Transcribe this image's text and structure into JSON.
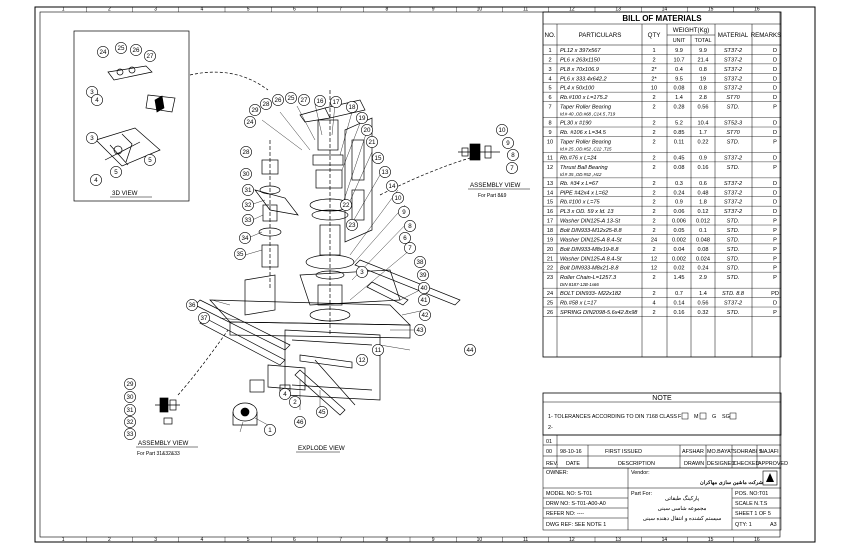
{
  "sheet": {
    "col_numbers": [
      "1",
      "2",
      "3",
      "4",
      "5",
      "6",
      "7",
      "8",
      "9",
      "10",
      "11",
      "12",
      "13",
      "14",
      "15",
      "16"
    ]
  },
  "bom": {
    "title": "BILL OF MATERIALS",
    "headers": {
      "no": "NO.",
      "particulars": "PARTICULARS",
      "qty": "QTY",
      "weight": "WEIGHT(Kg)",
      "unit": "UNIT",
      "total": "TOTAL",
      "material": "MATERIAL",
      "remarks": "REMARKS"
    },
    "rows": [
      {
        "no": "1",
        "part": "PL12 x 397x567",
        "sub": "",
        "qty": "1",
        "unit": "9.9",
        "total": "9.9",
        "mat": "ST37-2",
        "rem": "D"
      },
      {
        "no": "2",
        "part": "PL6 x 263x1150",
        "sub": "",
        "qty": "2",
        "unit": "10.7",
        "total": "21.4",
        "mat": "ST37-2",
        "rem": "D"
      },
      {
        "no": "3",
        "part": "PL8 x 70x106.9",
        "sub": "",
        "qty": "2*",
        "unit": "0.4",
        "total": "0.8",
        "mat": "ST37-2",
        "rem": "D"
      },
      {
        "no": "4",
        "part": "PL6 x 333.4x642.2",
        "sub": "",
        "qty": "2*",
        "unit": "9.5",
        "total": "19",
        "mat": "ST37-2",
        "rem": "D"
      },
      {
        "no": "5",
        "part": "PL4 x 50x100",
        "sub": "",
        "qty": "10",
        "unit": "0.08",
        "total": "0.8",
        "mat": "ST37-2",
        "rem": "D"
      },
      {
        "no": "6",
        "part": "Rb.#100 x L=175.2",
        "sub": "",
        "qty": "2",
        "unit": "1.4",
        "total": "2.8",
        "mat": "ST70",
        "rem": "D"
      },
      {
        "no": "7",
        "part": "Taper Roller Bearing",
        "sub": "Id.# 40 ,OD.#68 ,C14.5 ,T19",
        "qty": "2",
        "unit": "0.28",
        "total": "0.56",
        "mat": "STD.",
        "rem": "P"
      },
      {
        "no": "8",
        "part": "PL30 x #190",
        "sub": "",
        "qty": "2",
        "unit": "5.2",
        "total": "10.4",
        "mat": "ST52-3",
        "rem": "D"
      },
      {
        "no": "9",
        "part": "Rb. #106 x L=34.5",
        "sub": "",
        "qty": "2",
        "unit": "0.85",
        "total": "1.7",
        "mat": "ST70",
        "rem": "D"
      },
      {
        "no": "10",
        "part": "Taper Roller Bearing",
        "sub": "Id.# 25 ,OD.#52 ,C12 ,T15",
        "qty": "2",
        "unit": "0.11",
        "total": "0.22",
        "mat": "STD.",
        "rem": "P"
      },
      {
        "no": "11",
        "part": "Rb.#76 x L=24",
        "sub": "",
        "qty": "2",
        "unit": "0.45",
        "total": "0.9",
        "mat": "ST37-2",
        "rem": "D"
      },
      {
        "no": "12",
        "part": "Thrust Ball Bearing",
        "sub": "Id.# 35 ,OD.#52 ,H12",
        "qty": "2",
        "unit": "0.08",
        "total": "0.16",
        "mat": "STD.",
        "rem": "P"
      },
      {
        "no": "13",
        "part": "Rb. #34 x L=67",
        "sub": "",
        "qty": "2",
        "unit": "0.3",
        "total": "0.6",
        "mat": "ST37-2",
        "rem": "D"
      },
      {
        "no": "14",
        "part": "PIPE #42x4 x L=62",
        "sub": "",
        "qty": "2",
        "unit": "0.24",
        "total": "0.48",
        "mat": "ST37-2",
        "rem": "D"
      },
      {
        "no": "15",
        "part": "Rb.#100 x L=75",
        "sub": "",
        "qty": "2",
        "unit": "0.9",
        "total": "1.8",
        "mat": "ST37-2",
        "rem": "D"
      },
      {
        "no": "16",
        "part": "PL3 x OD. 59 x Id. 13",
        "sub": "",
        "qty": "2",
        "unit": "0.06",
        "total": "0.12",
        "mat": "ST37-2",
        "rem": "D"
      },
      {
        "no": "17",
        "part": "Washer DIN125-A 13-St",
        "sub": "",
        "qty": "2",
        "unit": "0.006",
        "total": "0.012",
        "mat": "STD.",
        "rem": "P"
      },
      {
        "no": "18",
        "part": "Bolt DIN933-M12x25-8.8",
        "sub": "",
        "qty": "2",
        "unit": "0.05",
        "total": "0.1",
        "mat": "STD.",
        "rem": "P"
      },
      {
        "no": "19",
        "part": "Washer DIN125-A 8.4-St",
        "sub": "",
        "qty": "24",
        "unit": "0.002",
        "total": "0.048",
        "mat": "STD.",
        "rem": "P"
      },
      {
        "no": "20",
        "part": "Bolt DIN933-M8x19-8.8",
        "sub": "",
        "qty": "2",
        "unit": "0.04",
        "total": "0.08",
        "mat": "STD.",
        "rem": "P"
      },
      {
        "no": "21",
        "part": "Washer DIN125-A 8.4-St",
        "sub": "",
        "qty": "12",
        "unit": "0.002",
        "total": "0.024",
        "mat": "STD.",
        "rem": "P"
      },
      {
        "no": "22",
        "part": "Bolt DIN933-M8x21-8.8",
        "sub": "",
        "qty": "12",
        "unit": "0.02",
        "total": "0.24",
        "mat": "STD.",
        "rem": "P"
      },
      {
        "no": "23",
        "part": "Roller Chain-L=1257.3",
        "sub": "DIN 8187-12B-1x66",
        "qty": "2",
        "unit": "1.45",
        "total": "2.9",
        "mat": "STD.",
        "rem": "P"
      },
      {
        "no": "24",
        "part": "BOLT DIN933-  M22x182",
        "sub": "",
        "qty": "2",
        "unit": "0.7",
        "total": "1.4",
        "mat": "STD. 8.8",
        "rem": "PD"
      },
      {
        "no": "25",
        "part": "Rb.#58 x L=17",
        "sub": "",
        "qty": "4",
        "unit": "0.14",
        "total": "0.56",
        "mat": "ST37-2",
        "rem": "D"
      },
      {
        "no": "26",
        "part": "SPRING DIN2098-5.6x42.8x98",
        "sub": "",
        "qty": "2",
        "unit": "0.16",
        "total": "0.32",
        "mat": "STD.",
        "rem": "P"
      }
    ]
  },
  "note": {
    "title": "NOTE",
    "line1": "1-  TOLERANCES ACCORDING TO DIN 7168  CLASS",
    "class_f": "F",
    "class_m": "M",
    "class_g": "G",
    "class_sg": "SG",
    "line2": "2-"
  },
  "revisions": {
    "rev01": "01",
    "rev00": "00",
    "date00": "98-10-16",
    "desc00": "FIRST ISSUED",
    "drawn_by": "AFSHAR",
    "designed_by": "MO.BAYAT",
    "checked_by": "SOHRABI S.",
    "approved_by": "NAJAFI",
    "h_rev": "REV.",
    "h_date": "DATE",
    "h_desc": "DESCRIPTION",
    "h_drawn": "DRAWN",
    "h_designed": "DESIGNED",
    "h_checked": "CHECKED",
    "h_approved": "APPROVED"
  },
  "title_block": {
    "owner_label": "OWNER:",
    "vendor_label": "Vendor:",
    "company_fa": "شرکت ماشین سازی مهاکران",
    "model_no": "MODEL NO: S-T01",
    "drawing_no": "DRW NO: S-T01-A00-A0",
    "refer_no": "REFER NO: ----",
    "dwg_ref": "DWG REF:    SEE NOTE 1",
    "part_for": "Part For:",
    "fa_line1": "پارکینگ طبقاتی",
    "fa_line2": "مجموعه شاسی سینی",
    "fa_line3": "سیستم کشنده و انتقال دهنده سینی",
    "pos_no": "POS. NO:T01",
    "scale": "SCALE   N.T.S",
    "sheet": "SHEET 1 OF 5",
    "qty": "QTY:    1",
    "size": "A3"
  },
  "drawing": {
    "view_3d": "3D VIEW",
    "assembly_view_1": "ASSEMBLY VIEW",
    "assembly_for_1": "For Part 8&9",
    "assembly_view_2": "ASSEMBLY VIEW",
    "assembly_for_2": "For Part 31&32&33",
    "explode_view": "EXPLODE VIEW",
    "inset_balloons": [
      "24",
      "25",
      "26",
      "27",
      "3",
      "4",
      "5",
      "4",
      "3",
      "5"
    ],
    "main_balloons": [
      "29",
      "28",
      "26",
      "25",
      "27",
      "16",
      "17",
      "18",
      "19",
      "20",
      "21",
      "15",
      "13",
      "14",
      "10",
      "9",
      "8",
      "24",
      "28",
      "30",
      "31",
      "32",
      "33",
      "34",
      "35",
      "36",
      "37",
      "38",
      "39",
      "40",
      "41",
      "42",
      "43",
      "44",
      "45",
      "46",
      "1",
      "2",
      "4",
      "11",
      "12",
      "22",
      "23",
      "6",
      "7",
      "3"
    ],
    "small_balloons": [
      "10",
      "9",
      "8",
      "7"
    ],
    "left_balloons": [
      "29",
      "30",
      "31",
      "32",
      "33"
    ]
  }
}
